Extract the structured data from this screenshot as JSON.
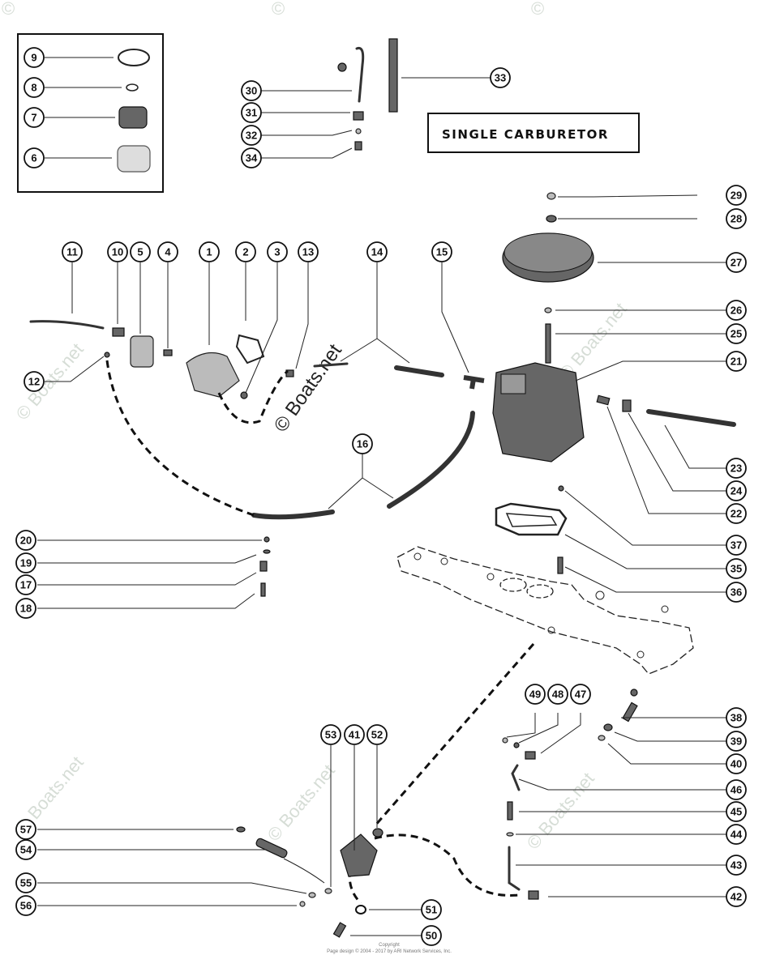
{
  "diagram": {
    "title": "SINGLE CARBURETOR",
    "watermark": "© Boats.net",
    "watermark_symbol": "©",
    "copyright_line1": "Copyright",
    "copyright_line2": "Page design © 2004 - 2017 by ARI Network Services, Inc."
  },
  "callouts": {
    "c1": "1",
    "c2": "2",
    "c3": "3",
    "c4": "4",
    "c5": "5",
    "c6": "6",
    "c7": "7",
    "c8": "8",
    "c9": "9",
    "c10": "10",
    "c11": "11",
    "c12": "12",
    "c13": "13",
    "c14": "14",
    "c15": "15",
    "c16": "16",
    "c17": "17",
    "c18": "18",
    "c19": "19",
    "c20": "20",
    "c21": "21",
    "c22": "22",
    "c23": "23",
    "c24": "24",
    "c25": "25",
    "c26": "26",
    "c27": "27",
    "c28": "28",
    "c29": "29",
    "c30": "30",
    "c31": "31",
    "c32": "32",
    "c33": "33",
    "c34": "34",
    "c35": "35",
    "c36": "36",
    "c37": "37",
    "c38": "38",
    "c39": "39",
    "c40": "40",
    "c41": "41",
    "c42": "42",
    "c43": "43",
    "c44": "44",
    "c45": "45",
    "c46": "46",
    "c47": "47",
    "c48": "48",
    "c49": "49",
    "c50": "50",
    "c51": "51",
    "c52": "52",
    "c53": "53",
    "c54": "54",
    "c55": "55",
    "c56": "56",
    "c57": "57"
  }
}
